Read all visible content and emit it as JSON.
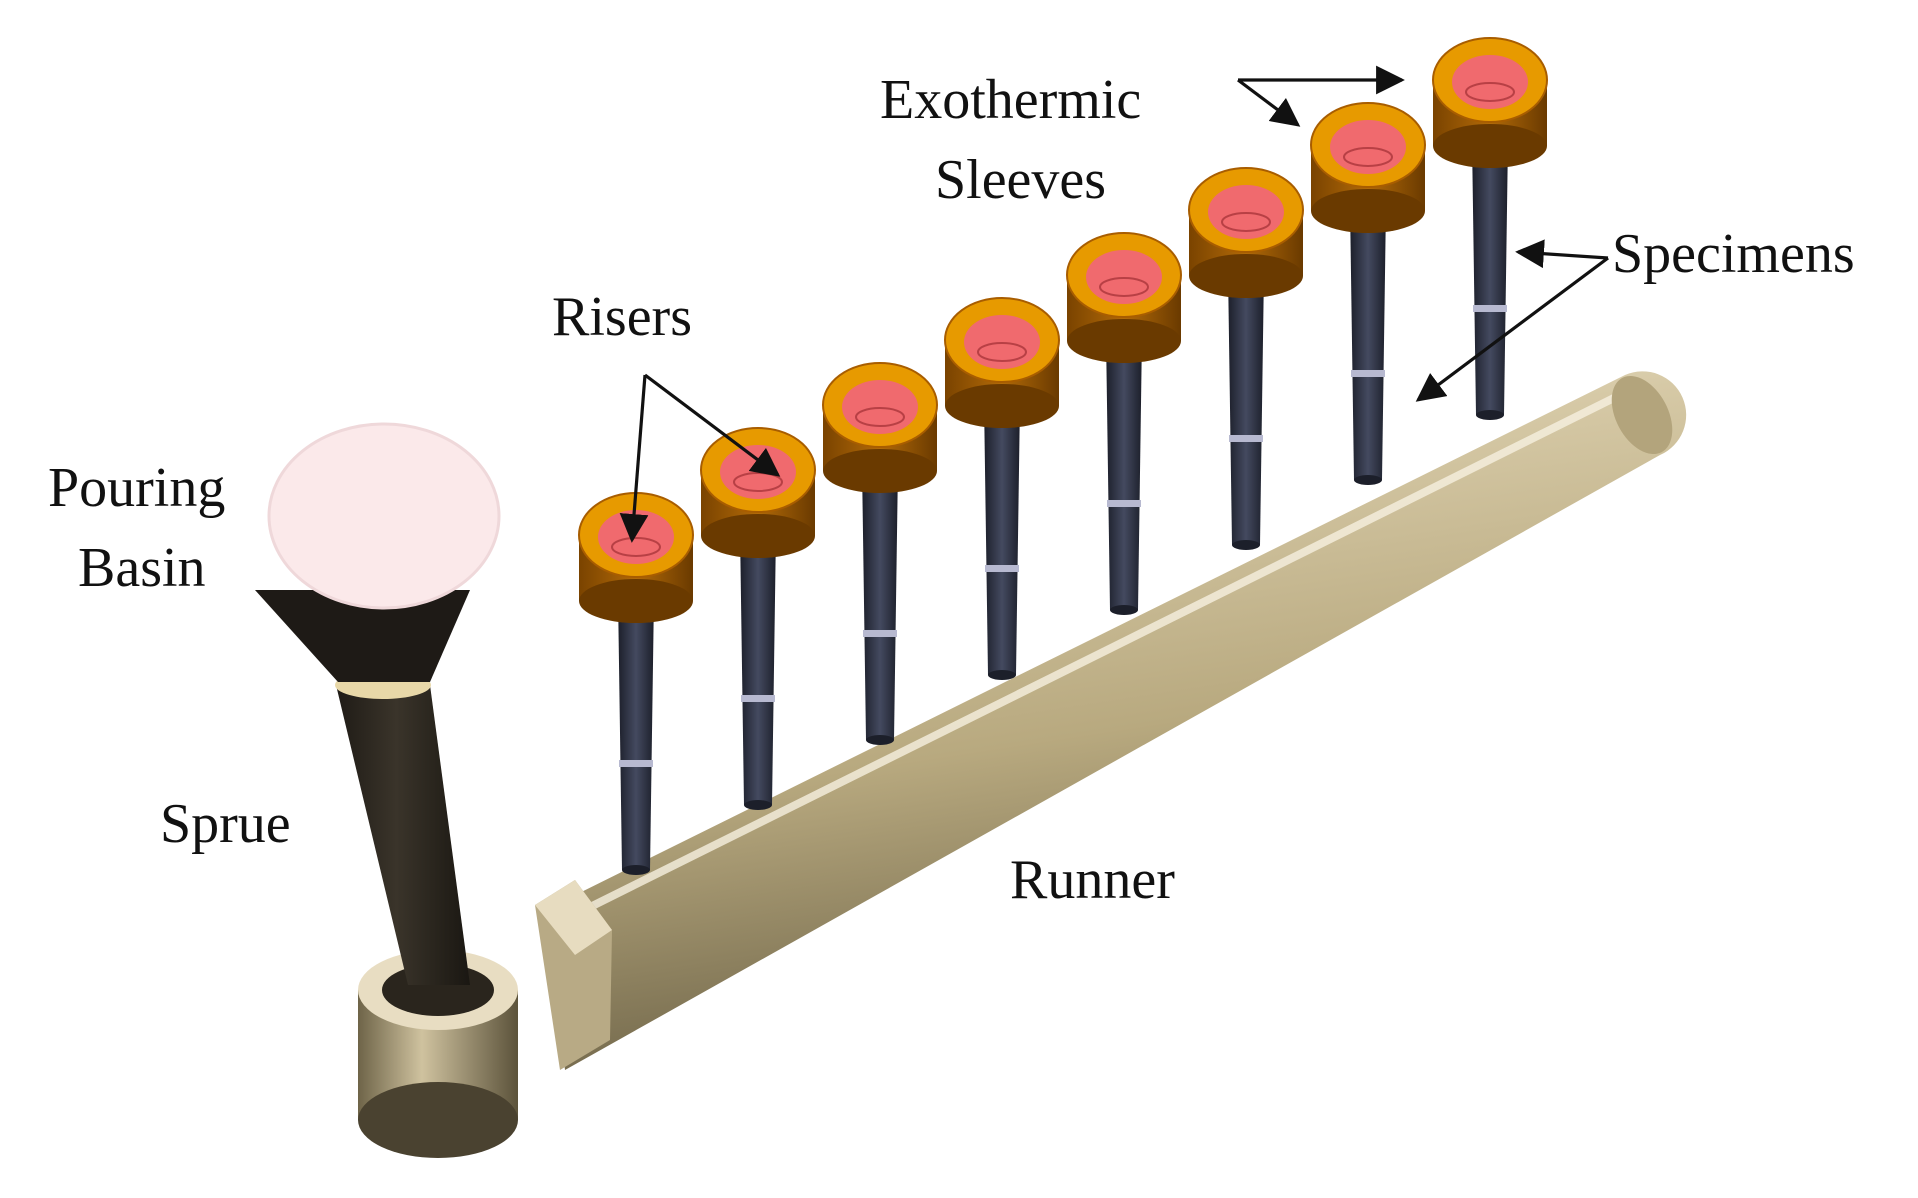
{
  "labels": {
    "pouring_basin_line1": "Pouring",
    "pouring_basin_line2": "Basin",
    "sprue": "Sprue",
    "runner": "Runner",
    "risers": "Risers",
    "exothermic_line1": "Exothermic",
    "exothermic_line2": "Sleeves",
    "specimens": "Specimens"
  },
  "colors": {
    "runner": "#c9bb98",
    "runner_highlight": "#f1e8d2",
    "runner_shadow": "#7d7258",
    "sprue": "#2c2720",
    "basin": "#fbe9ea",
    "sleeve": "#e79a00",
    "sleeve_dark": "#8a4c00",
    "riser": "#f06a6e",
    "specimen": "#2f3344",
    "specimen_band": "#b7b9d0",
    "arrow": "#111111"
  },
  "assembly": {
    "specimen_count": 8
  }
}
